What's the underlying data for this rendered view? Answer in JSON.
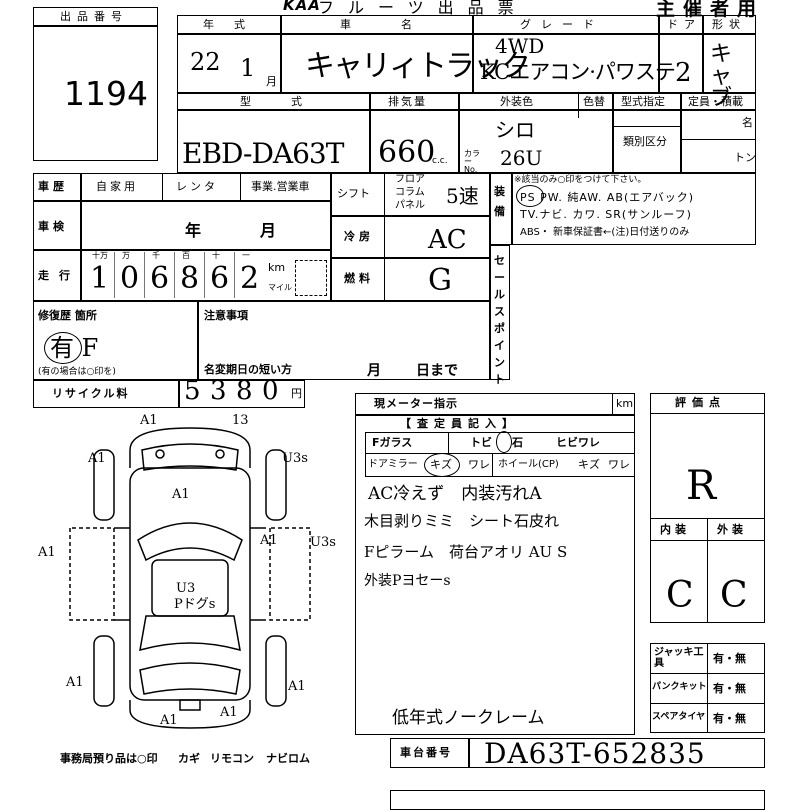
{
  "header": {
    "title": "主催者用",
    "lot_label": "出品番号",
    "lot_number": "1194",
    "logo_text": "KAA",
    "form_name": "フルーツ出品票"
  },
  "vehicle": {
    "year_label": "年式",
    "year_value": "22",
    "month_value": "1",
    "month_unit": "月",
    "name_label": "車名",
    "name_value": "キャリィトラック",
    "grade_label": "グレード",
    "grade_value_line1": "4WD",
    "grade_value_line2": "KCエアコン·パワステ",
    "doors_label": "ドア",
    "doors_value": "2",
    "shape_label": "形状",
    "shape_value": "キャブ",
    "model_label": "型式",
    "model_value": "EBD-DA63T",
    "displacement_label": "排気量",
    "displacement_value": "660",
    "displacement_unit": "c.c.",
    "exterior_color_label": "外装色",
    "exterior_color_value": "シロ",
    "color_change_label": "色替",
    "color_no_label": "カラーNo.",
    "color_no_value": "26U",
    "type_designation_label": "型式指定",
    "category_label": "類別区分",
    "capacity_label": "定員・積載",
    "capacity_unit_persons": "名",
    "capacity_unit_tons": "トン"
  },
  "history": {
    "label": "車歴",
    "options": [
      "自家用",
      "レンタ",
      "事業.営業車"
    ],
    "inspection_label": "車検",
    "inspection_year": "年",
    "inspection_month": "月",
    "mileage_label": "走行",
    "mileage_units": [
      "十万",
      "万",
      "千",
      "百",
      "十",
      "一"
    ],
    "mileage_digits": [
      "1",
      "0",
      "6",
      "8",
      "6",
      "2"
    ],
    "mileage_km": "km",
    "mileage_miles": "マイル"
  },
  "shift": {
    "label": "シフト",
    "options": [
      "フロア",
      "コラム",
      "パネル"
    ],
    "value": "5速",
    "ac_label": "冷房",
    "ac_value": "AC",
    "fuel_label": "燃料",
    "fuel_value": "G"
  },
  "equipment": {
    "label": "装備",
    "note": "※該当のみ○印をつけて下さい。",
    "line1": "PS  PW. 純AW. AB(エアバック)",
    "line2": "TV.ナビ. カワ. SR(サンルーフ)",
    "line3": "ABS・ 新車保証書←(注)日付送りのみ",
    "circled": "PS"
  },
  "sales_point": {
    "label": "セールスポイント"
  },
  "repair": {
    "label": "修復歴 箇所",
    "value": "有 F",
    "note": "(有の場合は○印を)"
  },
  "notes": {
    "label": "注意事項",
    "deadline_label": "名変期日の短い方",
    "month": "月",
    "day_suffix": "日まで"
  },
  "recycle": {
    "label": "リサイクル料",
    "value": "5380",
    "unit": "円"
  },
  "meter": {
    "label": "現メーター指示",
    "unit": "km"
  },
  "inspector": {
    "header": "【査定員記入】",
    "glass_label": "Fガラス",
    "glass_options": [
      "トビ",
      "石",
      "ヒビワレ"
    ],
    "mirror_label": "ドアミラー",
    "mirror_options": [
      "キズ",
      "ワレ"
    ],
    "wheel_label": "ホイール(CP)",
    "wheel_options": [
      "キズ",
      "ワレ"
    ],
    "comments": [
      "AC冷えず　内装汚れA",
      "木目剥りミミ　シート石皮れ",
      "Fピラーム　荷台アオリ AU S",
      "外装Pヨセーs",
      "低年式ノークレーム"
    ]
  },
  "diagram": {
    "marks": [
      "A1",
      "13",
      "A1",
      "U3s",
      "A1",
      "A1",
      "U3s",
      "U3",
      "Pドグs",
      "A1",
      "A1",
      "A1",
      "A1",
      "A1"
    ]
  },
  "rating": {
    "label": "評価点",
    "value": "R",
    "interior_label": "内装",
    "exterior_label": "外装",
    "interior_value": "C",
    "exterior_value": "C"
  },
  "accessories": {
    "jack_label": "ジャッキ工具",
    "puncture_label": "パンクキット",
    "spare_label": "スペアタイヤ",
    "option_text": "有・無"
  },
  "chassis": {
    "label": "車台番号",
    "value": "DA63T-652835"
  },
  "office": {
    "label": "事務局預り品は○印",
    "items": [
      "カギ",
      "リモコン",
      "ナビロム"
    ]
  }
}
